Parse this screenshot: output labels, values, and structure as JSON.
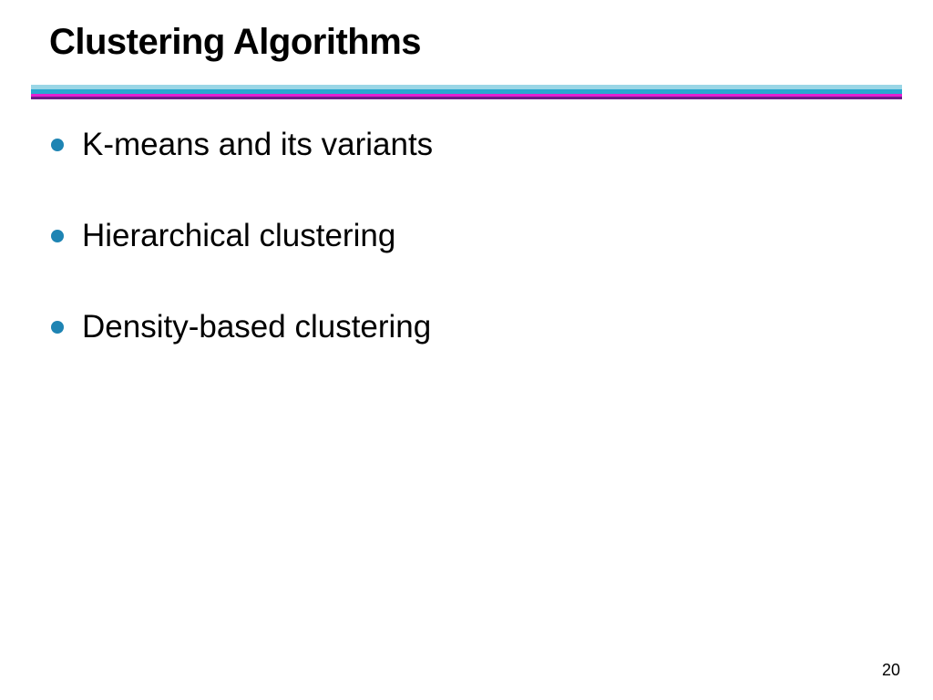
{
  "slide": {
    "title": "Clustering Algorithms",
    "bullets": [
      "K-means and its variants",
      "Hierarchical clustering",
      "Density-based clustering"
    ],
    "page_number": "20"
  },
  "colors": {
    "bullet": "#1e84b3",
    "rule_light_cyan": "#9ad6e6",
    "rule_cyan": "#29a6d0",
    "rule_magenta": "#e21fd2",
    "rule_purple": "#6b1a8a"
  }
}
